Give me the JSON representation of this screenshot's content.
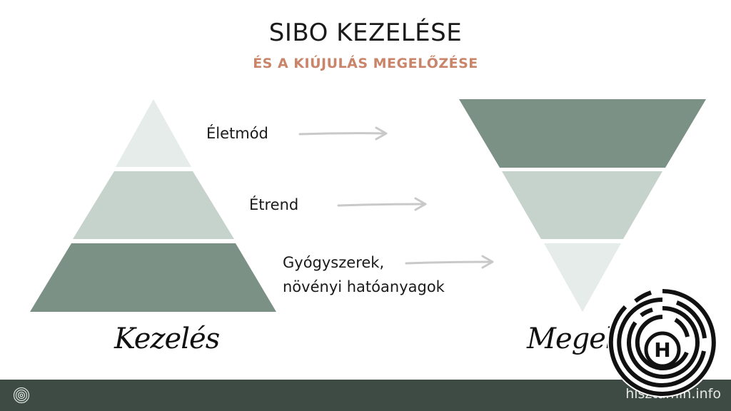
{
  "title": "SIBO KEZELÉSE",
  "subtitle": "ÉS A KIÚJULÁS MEGELŐZÉSE",
  "levels": [
    {
      "label_lines": [
        "Életmód"
      ]
    },
    {
      "label_lines": [
        "Étrend"
      ]
    },
    {
      "label_lines": [
        "Gyógyszerek,",
        "növényi hatóanyagok"
      ]
    }
  ],
  "left_caption": "Kezelés",
  "right_caption": "Megelőzés",
  "colors": {
    "light": "#e6ece9",
    "mid": "#c6d2cc",
    "dark": "#7b9185",
    "accent": "#c9846a",
    "arrow": "#c9c9c9",
    "footer": "#3d4b44"
  },
  "logo_letter": "H",
  "footer": {
    "site": "hisztamin.info",
    "icon": "fingerprint-icon"
  }
}
